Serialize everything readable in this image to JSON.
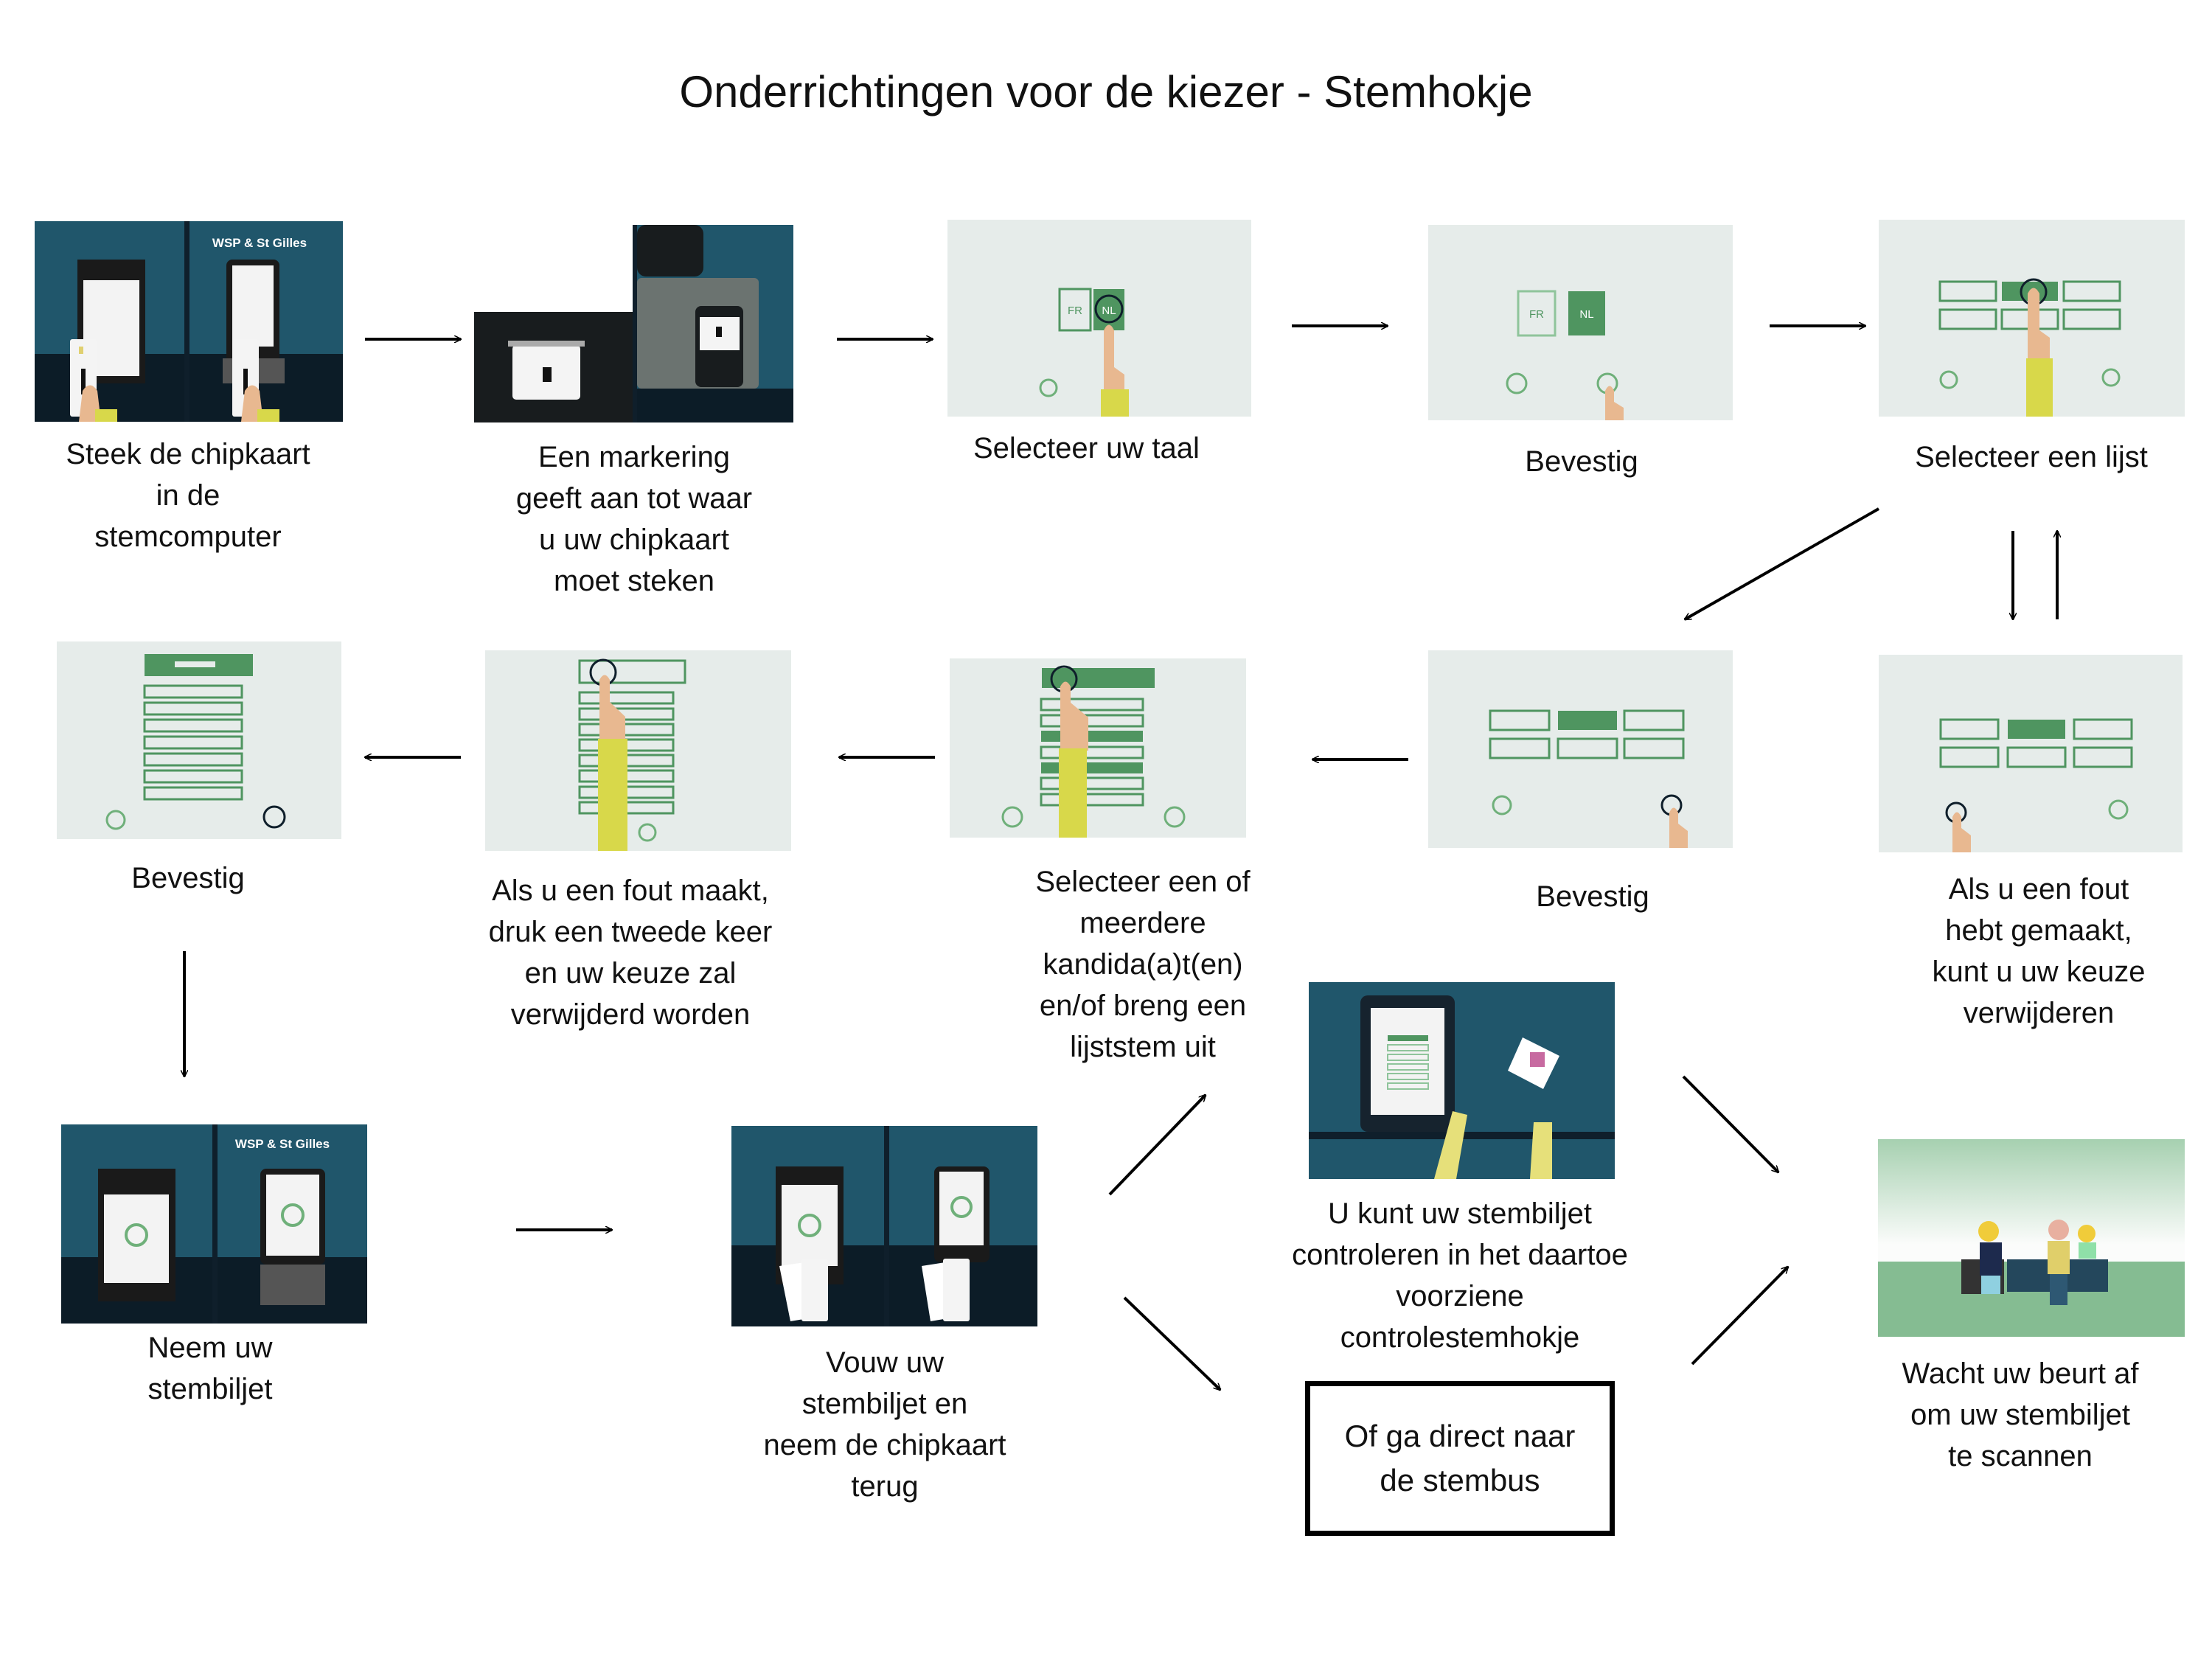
{
  "title": "Onderrichtingen voor de kiezer - Stemhokje",
  "colors": {
    "dark_blue": "#20566b",
    "navy": "#0f1f2b",
    "screen_bg": "#e6ecea",
    "green": "#4f9560",
    "light_green": "#8fc49b",
    "sleeve": "#d8d84a",
    "skin": "#e8b890"
  },
  "steps": [
    {
      "id": 1,
      "caption": "Steek de chipkaart\nin de\nstemcomputer",
      "panel_label": "WSP & St Gilles"
    },
    {
      "id": 2,
      "caption": "Een markering\ngeeft aan tot waar\nu uw chipkaart\nmoet steken"
    },
    {
      "id": 3,
      "caption": "Selecteer uw taal",
      "lang_options": [
        "FR",
        "NL"
      ]
    },
    {
      "id": 4,
      "caption": "Bevestig",
      "lang_options": [
        "FR",
        "NL"
      ]
    },
    {
      "id": 5,
      "caption": "Selecteer een lijst"
    },
    {
      "id": 6,
      "caption": "Als u een fout\nhebt gemaakt,\nkunt u uw keuze\nverwijderen"
    },
    {
      "id": 7,
      "caption": "Bevestig"
    },
    {
      "id": 8,
      "caption": "Selecteer een of\nmeerdere\nkandida(a)t(en)\nen/of breng een\nlijststem uit"
    },
    {
      "id": 9,
      "caption": "Als u een fout maakt,\ndruk een tweede keer\nen uw keuze zal\nverwijderd worden"
    },
    {
      "id": 10,
      "caption": "Bevestig"
    },
    {
      "id": 11,
      "caption": "Neem uw\nstembiljet",
      "panel_label": "WSP & St Gilles"
    },
    {
      "id": 12,
      "caption": "Vouw uw\nstembiljet en\nneem de chipkaart\nterug"
    },
    {
      "id": 13,
      "caption": "U kunt uw stembiljet\ncontroleren in het daartoe\nvoorziene\ncontrolestemhokje"
    },
    {
      "id": 14,
      "caption": "Wacht uw beurt af\nom uw stembiljet\nte scannen"
    }
  ],
  "alternative_box": "Of ga direct naar\nde stembus"
}
